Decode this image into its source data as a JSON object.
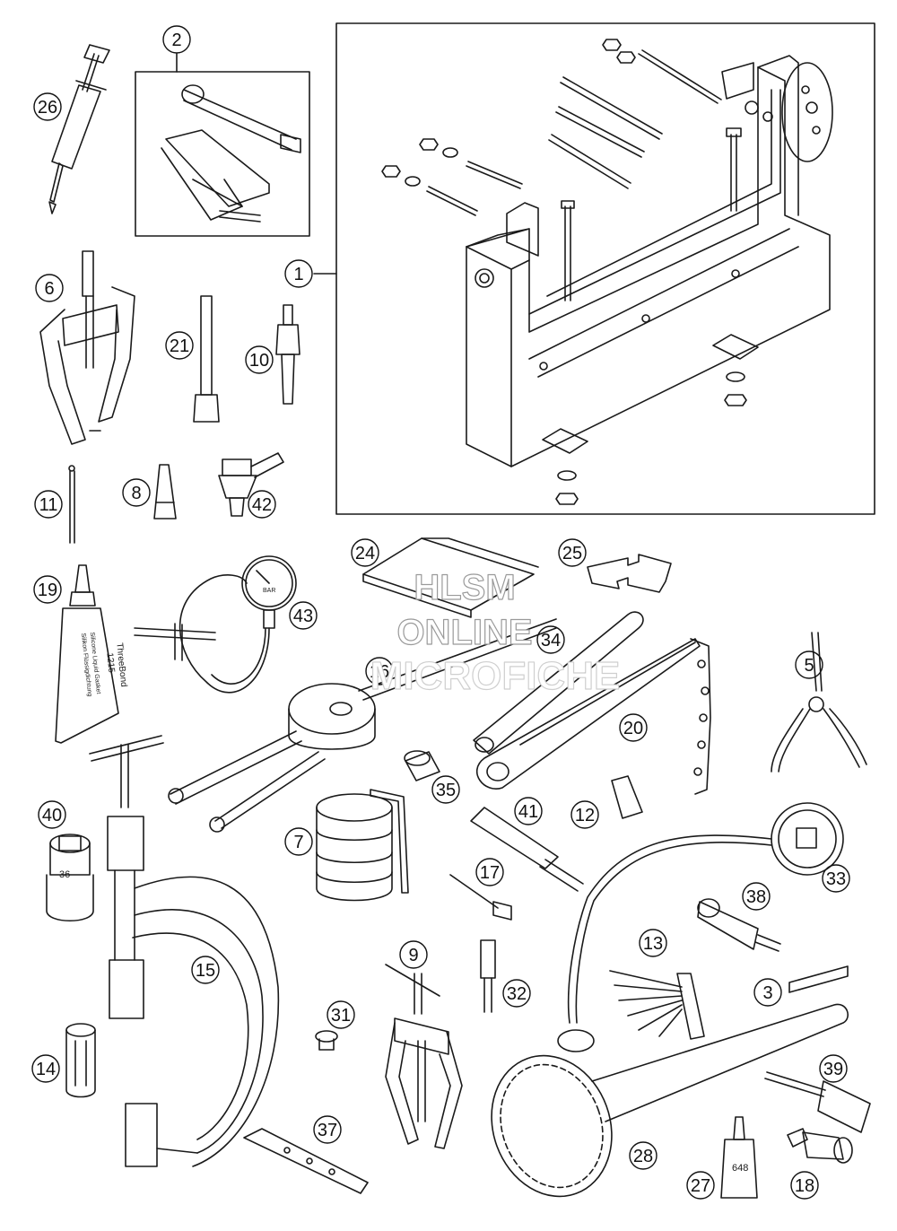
{
  "diagram": {
    "callouts": [
      {
        "id": "c1",
        "label": "1"
      },
      {
        "id": "c2",
        "label": "2"
      },
      {
        "id": "c3",
        "label": "3"
      },
      {
        "id": "c5",
        "label": "5"
      },
      {
        "id": "c6",
        "label": "6"
      },
      {
        "id": "c7",
        "label": "7"
      },
      {
        "id": "c8",
        "label": "8"
      },
      {
        "id": "c9",
        "label": "9"
      },
      {
        "id": "c10",
        "label": "10"
      },
      {
        "id": "c11",
        "label": "11"
      },
      {
        "id": "c12",
        "label": "12"
      },
      {
        "id": "c13",
        "label": "13"
      },
      {
        "id": "c14",
        "label": "14"
      },
      {
        "id": "c15",
        "label": "15"
      },
      {
        "id": "c16",
        "label": "16"
      },
      {
        "id": "c17",
        "label": "17"
      },
      {
        "id": "c18",
        "label": "18"
      },
      {
        "id": "c19",
        "label": "19"
      },
      {
        "id": "c20",
        "label": "20"
      },
      {
        "id": "c21",
        "label": "21"
      },
      {
        "id": "c24",
        "label": "24"
      },
      {
        "id": "c25",
        "label": "25"
      },
      {
        "id": "c26",
        "label": "26"
      },
      {
        "id": "c27",
        "label": "27"
      },
      {
        "id": "c28",
        "label": "28"
      },
      {
        "id": "c31",
        "label": "31"
      },
      {
        "id": "c32",
        "label": "32"
      },
      {
        "id": "c33",
        "label": "33"
      },
      {
        "id": "c34",
        "label": "34"
      },
      {
        "id": "c35",
        "label": "35"
      },
      {
        "id": "c37",
        "label": "37"
      },
      {
        "id": "c38",
        "label": "38"
      },
      {
        "id": "c39",
        "label": "39"
      },
      {
        "id": "c40",
        "label": "40"
      },
      {
        "id": "c41",
        "label": "41"
      },
      {
        "id": "c42",
        "label": "42"
      },
      {
        "id": "c43",
        "label": "43"
      }
    ],
    "part_labels": {
      "tube_brand": "ThreeBond",
      "tube_number": "1215",
      "tube_text_1": "Silicone Liquid Gasket",
      "tube_text_2": "Silikon Flüssigdichtung",
      "gauge_unit": "BAR",
      "socket_size": "36",
      "bottle_number": "648"
    },
    "watermark": {
      "line1": "HLSM",
      "line2": "ONLINE",
      "line3": "MICROFICHE"
    },
    "colors": {
      "line": "#1a1a1a",
      "watermark": "#9a9a9a"
    }
  }
}
